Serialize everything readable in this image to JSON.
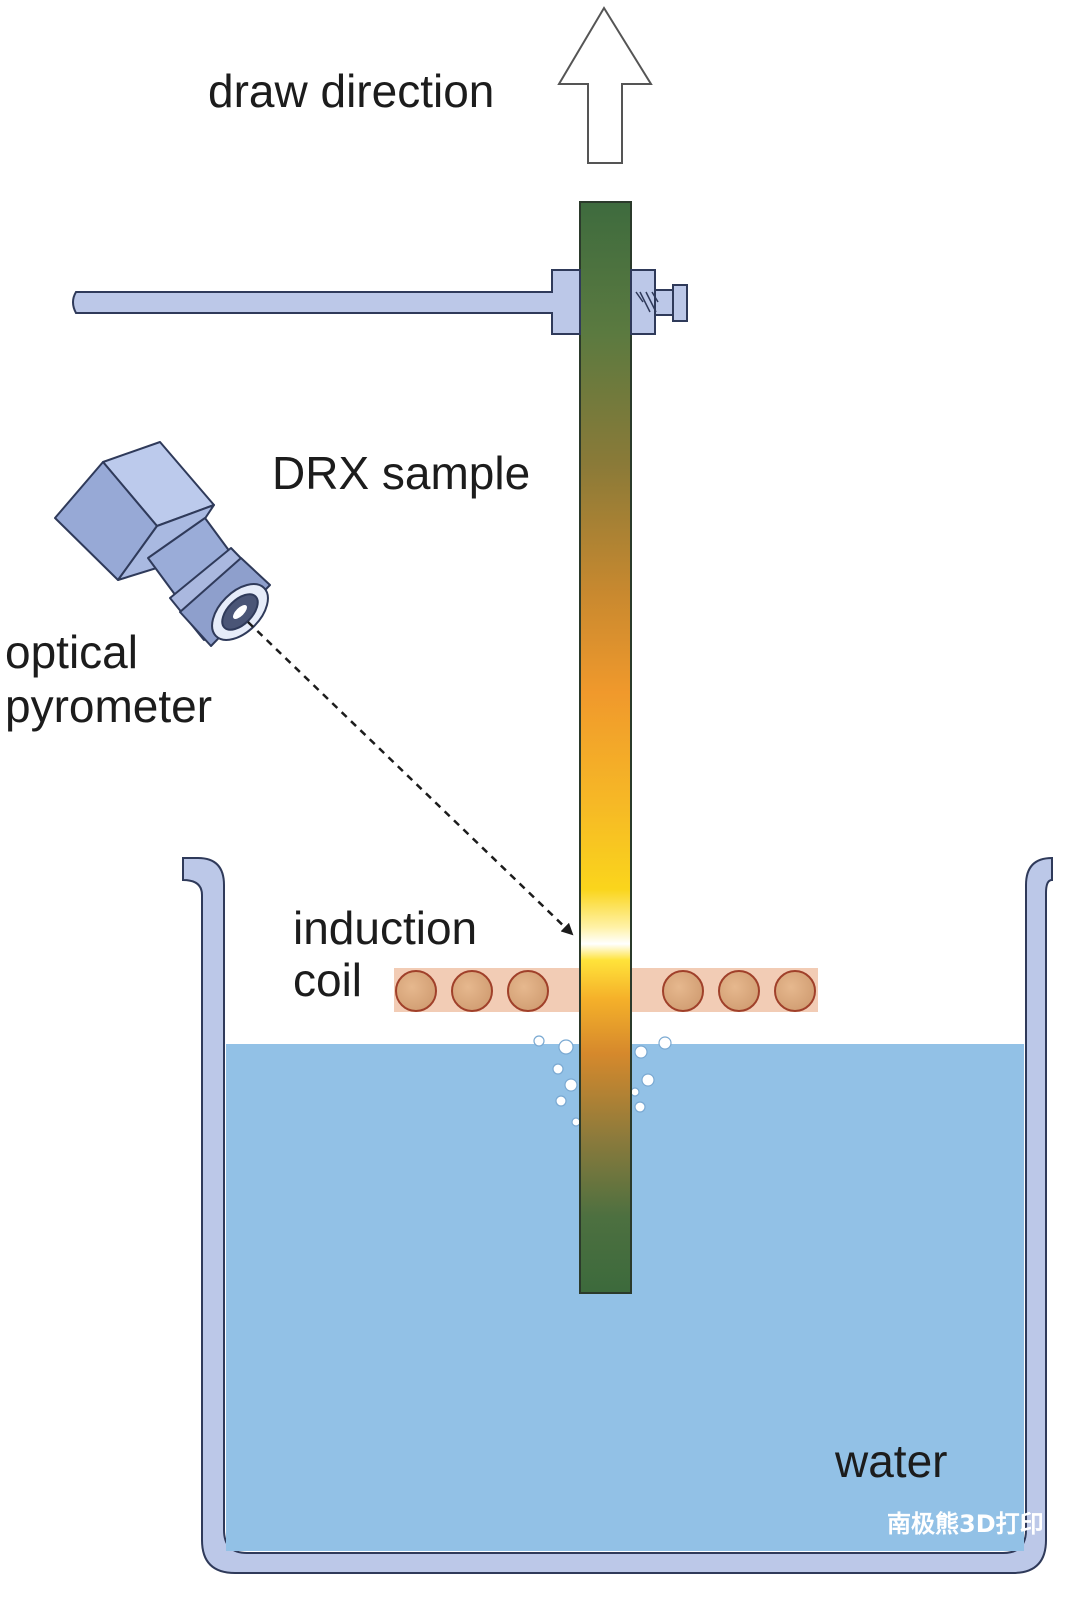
{
  "labels": {
    "draw_direction": "draw direction",
    "drx_sample": "DRX sample",
    "optical_line1": "optical",
    "optical_line2": "pyrometer",
    "induction_line1": "induction",
    "induction_line2": "coil",
    "water": "water"
  },
  "watermark": "南极熊3D打印",
  "colors": {
    "outline": "#2f3a5a",
    "vessel_fill": "#bcc8e8",
    "water": "#92c1e6",
    "rod_green": "#3e6b3e",
    "rod_orange": "#e89a2c",
    "rod_yellow": "#f7d21c",
    "coil_fill": "#d9a87e",
    "coil_band": "#f1c9b1",
    "coil_stroke": "#a0402a",
    "pyrometer_fill": "#a2b3dd"
  },
  "icons": {
    "arrow": "up-arrow-icon",
    "pyrometer": "optical-pyrometer-icon",
    "clamp": "clamp-bolt-icon"
  }
}
